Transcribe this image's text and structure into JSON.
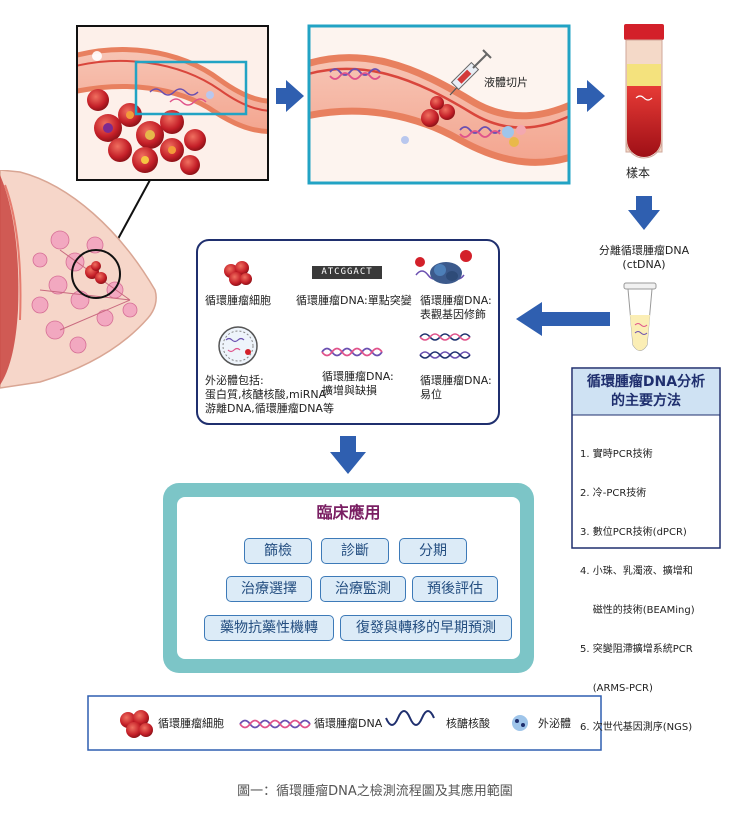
{
  "labels": {
    "liquid_biopsy": "液體切片",
    "sample": "樣本",
    "separate_ctdna_line1": "分離循環腫瘤DNA",
    "separate_ctdna_line2": "(ctDNA)"
  },
  "panel": {
    "ctc": "循環腫瘤細胞",
    "snv": "循環腫瘤DNA:單點突變",
    "epi_line1": "循環腫瘤DNA:",
    "epi_line2": "表觀基因修飾",
    "exo_line1": "外泌體包括:",
    "exo_line2": "蛋白質,核醣核酸,miRNA",
    "exo_line3": "游離DNA,循環腫瘤DNA等",
    "amp_line1": "循環腫瘤DNA:",
    "amp_line2": "擴增與缺損",
    "trans_line1": "循環腫瘤DNA:",
    "trans_line2": "易位",
    "sequence_glyph": "ATCGGACT"
  },
  "methods": {
    "title_line1": "循環腫瘤DNA分析",
    "title_line2": "的主要方法",
    "items": [
      "1. 實時PCR技術",
      "2. 冷-PCR技術",
      "3. 數位PCR技術(dPCR)",
      "4. 小珠、乳濁液、擴增和",
      "    磁性的技術(BEAMing)",
      "5. 突變阻滯擴增系統PCR",
      "    (ARMS-PCR)",
      "6. 次世代基因測序(NGS)"
    ]
  },
  "clinical": {
    "title": "臨床應用",
    "row1": [
      "篩檢",
      "診斷",
      "分期"
    ],
    "row2": [
      "治療選擇",
      "治療監測",
      "預後評估"
    ],
    "row3": [
      "藥物抗藥性機轉",
      "復發與轉移的早期預測"
    ]
  },
  "legend": {
    "ctc": "循環腫瘤細胞",
    "ctdna": "循環腫瘤DNA",
    "rna": "核醣核酸",
    "exosome": "外泌體"
  },
  "caption": "圖一：循環腫瘤DNA之檢測流程圖及其應用範圍",
  "colors": {
    "arrow_blue": "#2f5fb0",
    "frame_teal": "#22a3c4",
    "panel_navy": "#1f2f6e",
    "clinical_teal": "#7cc5c7",
    "pill_fill": "#dcebf7",
    "title_purple": "#7a1f63",
    "methods_header": "#cfe2f3",
    "dna_purple": "#6a4fb0",
    "dna_pink": "#e0528a",
    "blood_red": "#c8202c",
    "vessel_red": "#d9463c"
  }
}
